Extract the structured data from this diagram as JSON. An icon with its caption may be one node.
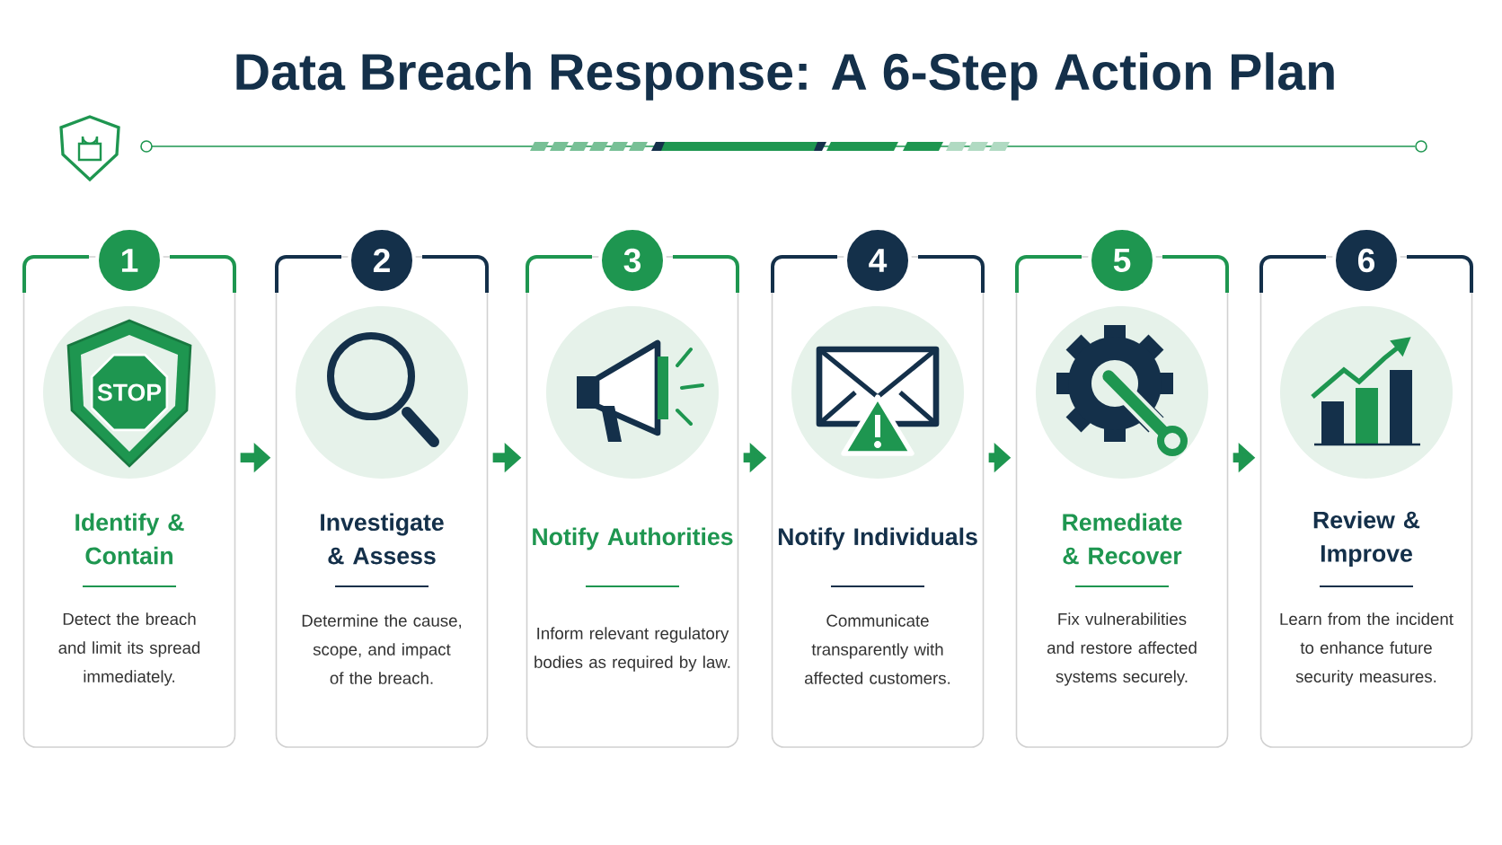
{
  "diagram": {
    "title": "Data Breach Response: A 6-Step Action Plan",
    "nodes": [
      {
        "text": [
          "1",
          "Identify & Contain",
          "Detect the breach and limit its spread immediately."
        ]
      },
      {
        "text": [
          "2",
          "Investigate & Assess",
          "Determine the cause, scope, and impact of the breach."
        ]
      },
      {
        "text": [
          "3",
          "Notify Authorities",
          "Inform relevant regulatory bodies as required by law."
        ]
      },
      {
        "text": [
          "4",
          "Notify Individuals",
          "Communicate transparently with affected customers."
        ]
      },
      {
        "text": [
          "5",
          "Remediate & Recover",
          "Fix vulnerabilities and restore affected systems securely."
        ]
      },
      {
        "text": [
          "6",
          "Review & Improve",
          "Learn from the incident to enhance future security measures."
        ]
      }
    ],
    "edges": [
      {
        "from": 0,
        "to": 1,
        "arrow": "to"
      },
      {
        "from": 1,
        "to": 2,
        "arrow": "to"
      },
      {
        "from": 2,
        "to": 3,
        "arrow": "to"
      },
      {
        "from": 3,
        "to": 4,
        "arrow": "to"
      },
      {
        "from": 4,
        "to": 5,
        "arrow": "to"
      }
    ],
    "labels": [
      "STOP"
    ]
  }
}
